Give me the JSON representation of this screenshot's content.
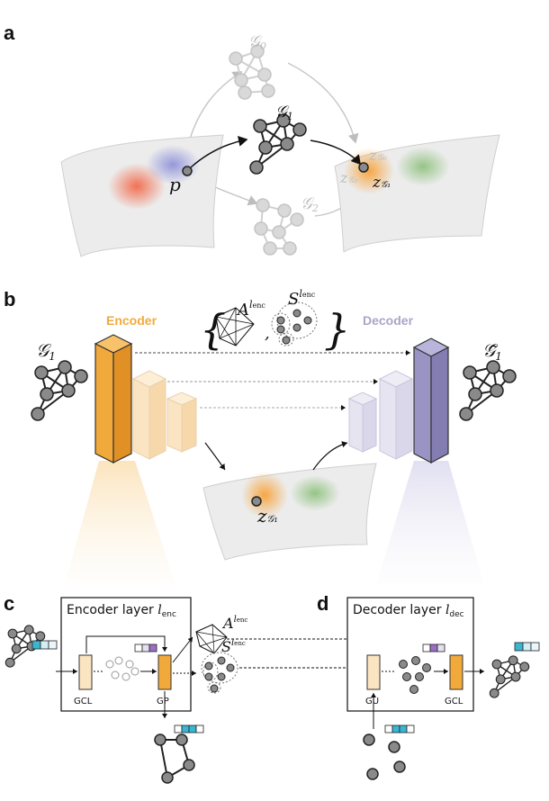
{
  "panels": {
    "a": "a",
    "b": "b",
    "c": "c",
    "d": "d"
  },
  "panel_a": {
    "graph_0": "𝒢",
    "graph_0_sub": "0",
    "graph_1": "𝒢",
    "graph_1_sub": "1",
    "graph_2": "𝒢",
    "graph_2_sub": "2",
    "point": "p",
    "latent": "z",
    "latent_sub_1": "𝒢₁",
    "latent_sub_0": "𝒢₀",
    "latent_sub_2": "𝒢₂"
  },
  "panel_b": {
    "encoder_title": "Encoder",
    "decoder_title": "Decoder",
    "input_graph": "𝒢",
    "input_graph_sub": "1",
    "output_graph": "𝒢̃",
    "output_graph_sub": "1",
    "adjacency": "A",
    "assignment": "S",
    "superscript": "l",
    "superscript_sub": "enc",
    "comma": ",",
    "latent": "z",
    "latent_sub": "𝒢₁"
  },
  "panel_c": {
    "title": "Encoder layer ",
    "title_var": "l",
    "title_sub": "enc",
    "gcl": "GCL",
    "gp": "GP",
    "adjacency": "A",
    "assignment": "S",
    "superscript": "l",
    "superscript_sub": "enc"
  },
  "panel_d": {
    "title": "Decoder layer ",
    "title_var": "l",
    "title_sub": "dec",
    "gu": "GU",
    "gcl": "GCL"
  },
  "colors": {
    "encoder": "#f2a93b",
    "encoder_light": "#fbe4c2",
    "decoder": "#9a94c4",
    "decoder_light": "#e1dfee",
    "node": "#8a8a8a",
    "node_faint": "#d6d6d6",
    "manifold": "#ececec",
    "feature_blue": "#39b6d3",
    "feature_purple": "#9a6fc4"
  }
}
